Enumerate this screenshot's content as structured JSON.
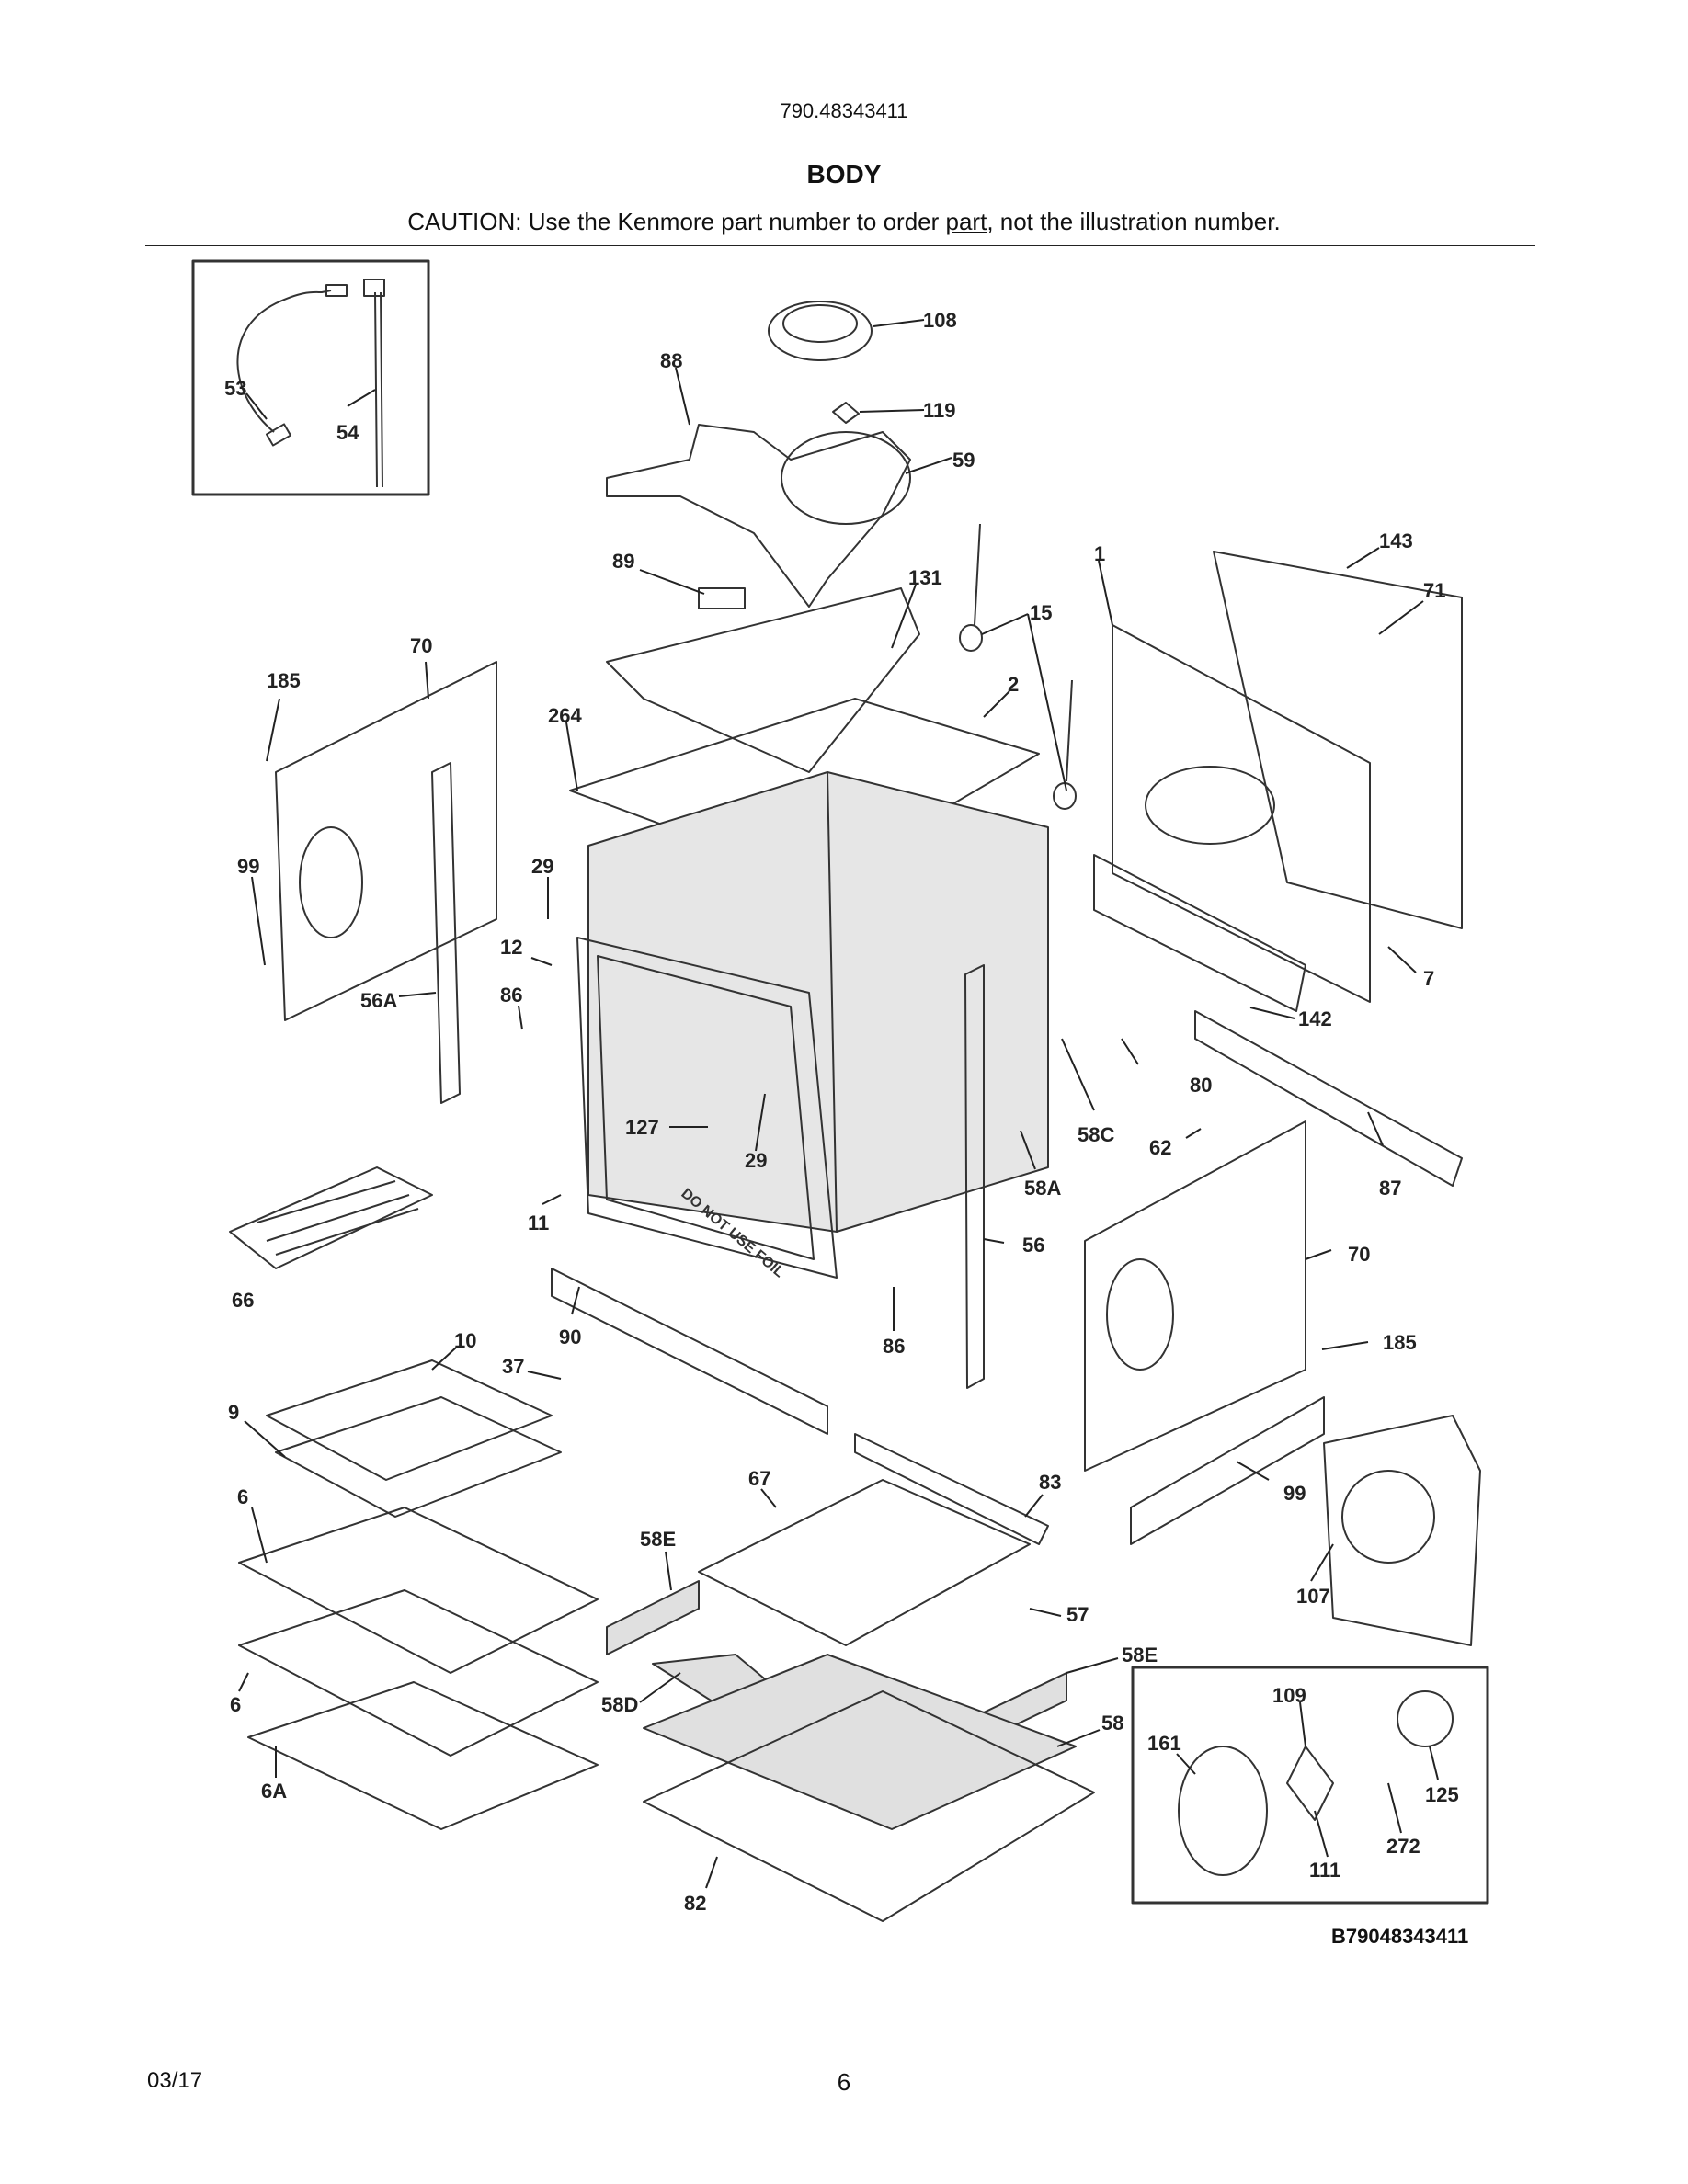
{
  "header": {
    "model_number": "790.48343411",
    "section_title": "BODY",
    "caution_prefix": "CAUTION: Use the Kenmore part number to order ",
    "caution_link": "part",
    "caution_suffix": ", not the illustration number."
  },
  "diagram": {
    "diagram_id": "B79048343411",
    "door_warning": "DO NOT USE FOIL",
    "callouts": {
      "c53": "53",
      "c54": "54",
      "c88": "88",
      "c108": "108",
      "c119": "119",
      "c59": "59",
      "c143": "143",
      "c1": "1",
      "c71": "71",
      "c89": "89",
      "c131": "131",
      "c15": "15",
      "c70a": "70",
      "c185a": "185",
      "c264": "264",
      "c2": "2",
      "c99a": "99",
      "c29a": "29",
      "c12": "12",
      "c86a": "86",
      "c56A": "56A",
      "c7": "7",
      "c142": "142",
      "c80": "80",
      "c127": "127",
      "c29b": "29",
      "c58C": "58C",
      "c62": "62",
      "c87": "87",
      "c58A": "58A",
      "c11": "11",
      "c66": "66",
      "c56": "56",
      "c70b": "70",
      "c90": "90",
      "c86b": "86",
      "c185b": "185",
      "c10": "10",
      "c37": "37",
      "c9": "9",
      "c99b": "99",
      "c67": "67",
      "c83": "83",
      "c6a": "6",
      "c58E_a": "58E",
      "c107": "107",
      "c57": "57",
      "c58E_b": "58E",
      "c109": "109",
      "c6b": "6",
      "c58D": "58D",
      "c58": "58",
      "c161": "161",
      "c125": "125",
      "c6A": "6A",
      "c272": "272",
      "c111": "111",
      "c82": "82"
    }
  },
  "footer": {
    "date": "03/17",
    "page_number": "6"
  }
}
